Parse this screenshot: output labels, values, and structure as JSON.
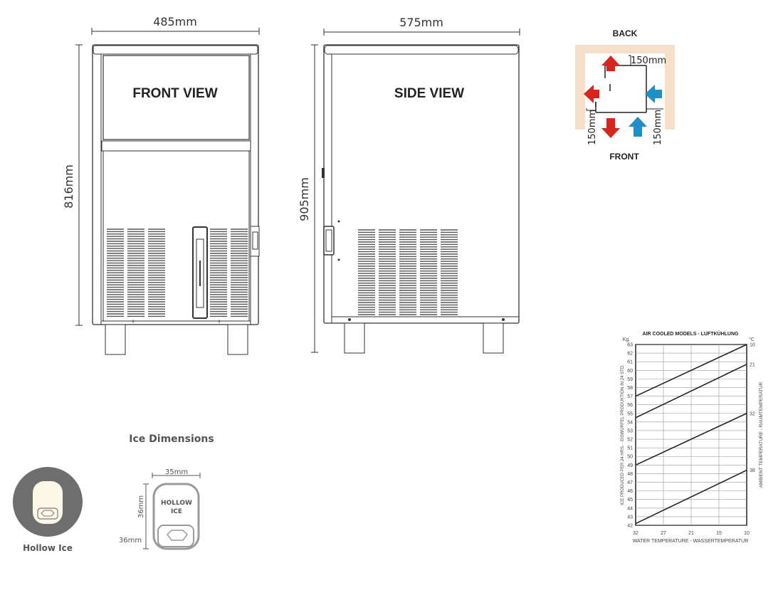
{
  "front_view": {
    "title": "FRONT VIEW",
    "width_label": "485mm",
    "height_label": "816mm"
  },
  "side_view": {
    "title": "SIDE VIEW",
    "depth_label": "575mm",
    "height_label": "905mm"
  },
  "clearance": {
    "back_label": "BACK",
    "front_label": "FRONT",
    "top_gap": "150mm",
    "left_gap": "150mm",
    "right_gap": "150mm",
    "colors": {
      "hot": "#d7261e",
      "cold": "#1e8fc6",
      "wall": "#f5dfc8"
    }
  },
  "ice": {
    "section_title": "Ice Dimensions",
    "circle_caption": "Hollow Ice",
    "cube_label_line1": "HOLLOW",
    "cube_label_line2": "ICE",
    "width_label": "35mm",
    "height_label": "36mm",
    "depth_label": "36mm"
  },
  "chart_data": {
    "type": "line",
    "title": "AIR COOLED MODELS - LUFTKÜHLUNG",
    "xlabel": "WATER TEMPERATURE - WASSERTEMPERATUR",
    "ylabel": "ICE PRODUCED PER 24 HRS. - EISWÜRFEL PRODUKTION IN 24 STD.",
    "y2label": "AMBIENT TEMPERATURE - RAUMTEMPERATUR",
    "yunit": "Kg.",
    "y2unit": "°C",
    "x_ticks": [
      "32",
      "27",
      "21",
      "15",
      "10"
    ],
    "x": [
      32,
      10
    ],
    "ylim": [
      42,
      63
    ],
    "y_ticks": [
      42,
      43,
      44,
      45,
      46,
      47,
      48,
      49,
      50,
      51,
      52,
      53,
      54,
      55,
      56,
      57,
      58,
      59,
      60,
      61,
      62,
      63
    ],
    "series": [
      {
        "name": "10",
        "values": [
          57,
          63
        ]
      },
      {
        "name": "21",
        "values": [
          54.5,
          60.7
        ]
      },
      {
        "name": "32",
        "values": [
          49,
          55
        ]
      },
      {
        "name": "38",
        "values": [
          42.2,
          48.4
        ]
      }
    ]
  }
}
